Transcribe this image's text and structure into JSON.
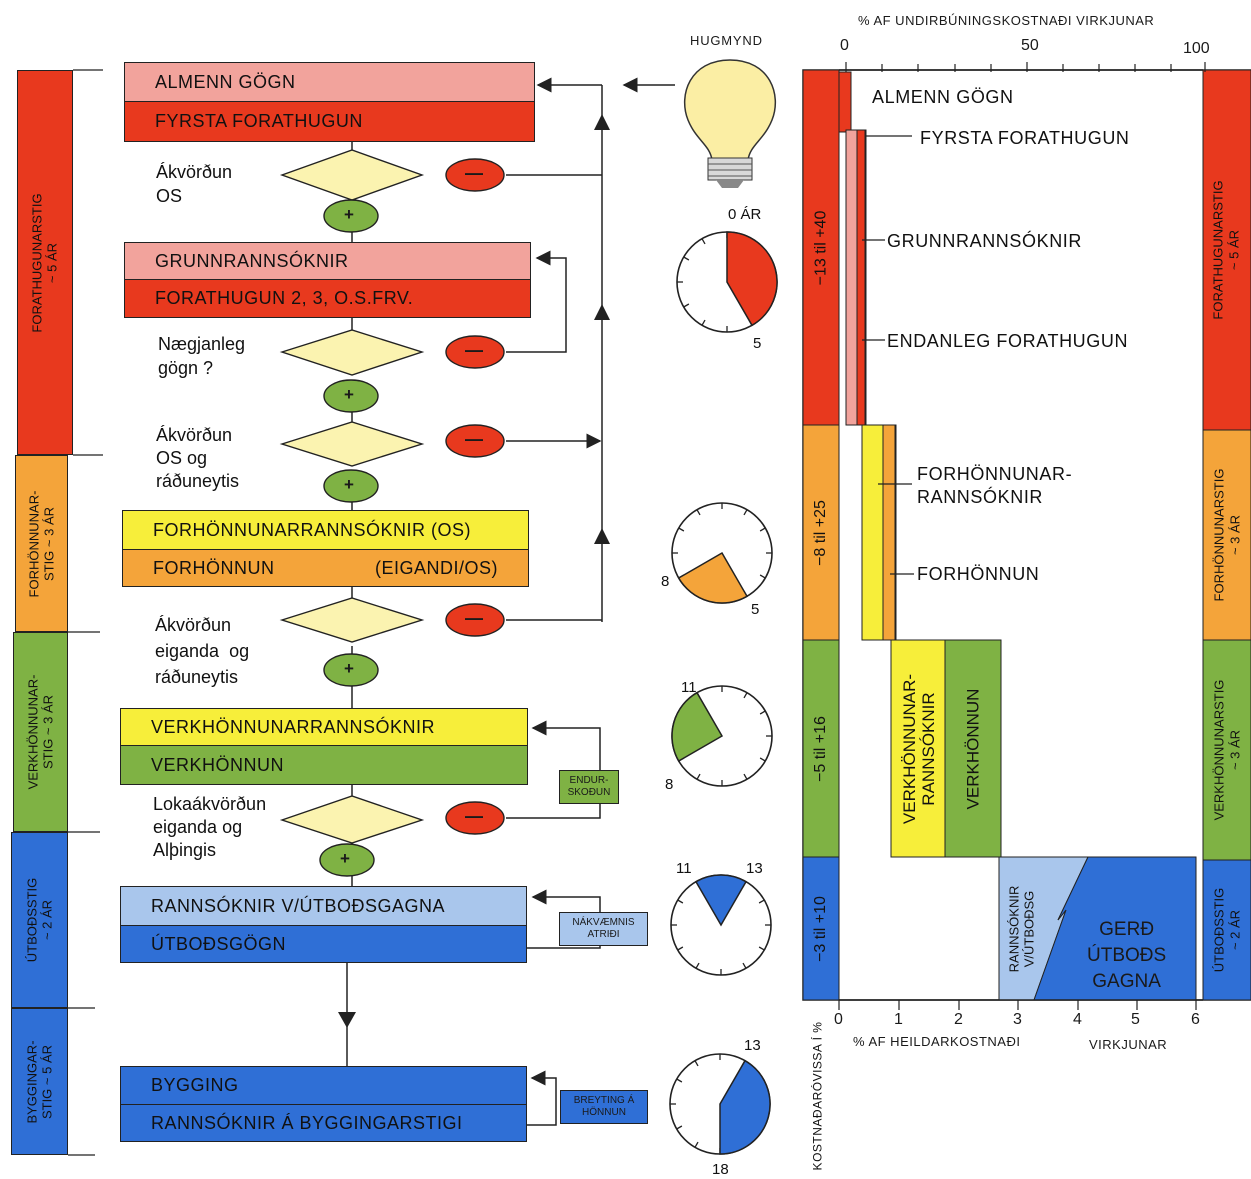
{
  "colors": {
    "red": "#e8391e",
    "pink": "#f2a39c",
    "orange": "#f4a43a",
    "yellow": "#f7ee3a",
    "lightyellow": "#fbf3b0",
    "green": "#7fb244",
    "blue": "#2f6fd6",
    "lightblue": "#a9c6ec"
  },
  "left_stages": [
    {
      "label": "FORATHUGUNARSTIG\n~ 5 ÁR"
    },
    {
      "label": "FORHÖNNUNAR-\nSTIG ~ 3 ÁR"
    },
    {
      "label": "VERKHÖNNUNAR-\nSTIG ~ 3 ÁR"
    },
    {
      "label": "ÚTBOÐSSTIG\n~ 2 ÁR"
    },
    {
      "label": "BYGGINGAR-\nSTIG ~ 5 ÁR"
    }
  ],
  "flow_boxes": [
    {
      "label": "ALMENN GÖGN"
    },
    {
      "label": "FYRSTA FORATHUGUN"
    },
    {
      "label": "GRUNNRANNSÓKNIR"
    },
    {
      "label": "FORATHUGUN 2, 3, O.S.FRV."
    },
    {
      "label": "FORHÖNNUNARRANNSÓKNIR (OS)"
    },
    {
      "label": "FORHÖNNUN",
      "extra": "(EIGANDI/OS)"
    },
    {
      "label": "VERKHÖNNUNARRANNSÓKNIR"
    },
    {
      "label": "VERKHÖNNUN"
    },
    {
      "label": "RANNSÓKNIR V/ÚTBOÐSGAGNA"
    },
    {
      "label": "ÚTBOÐSGÖGN"
    },
    {
      "label": "BYGGING"
    },
    {
      "label": "RANNSÓKNIR Á BYGGINGARSTIGI"
    }
  ],
  "decisions": [
    {
      "text": "Ákvörðun\nOS"
    },
    {
      "text": "Nægjanleg\ngögn ?"
    },
    {
      "text": "Ákvörðun\nOS og\nráðuneytis"
    },
    {
      "text": "Ákvörðun\neiganda  og\nráðuneytis"
    },
    {
      "text": "Lokaákvörðun\neiganda og\nAlþingis"
    }
  ],
  "symbols": {
    "minus": "—",
    "plus": "+"
  },
  "side_boxes": [
    {
      "text": "ENDUR-\nSKOÐUN"
    },
    {
      "text": "NÁKVÆMNIS\nATRIÐI"
    },
    {
      "text": "BREYTING Á\nHÖNNUN"
    }
  ],
  "idea": {
    "label": "HUGMYND"
  },
  "clocks": [
    {
      "labels": [
        "0  ÁR",
        "5"
      ],
      "from": 0,
      "to": 5
    },
    {
      "labels": [
        "8",
        "5"
      ],
      "from": 5,
      "to": 8
    },
    {
      "labels": [
        "11",
        "8"
      ],
      "from": 8,
      "to": 11
    },
    {
      "labels": [
        "11",
        "13"
      ],
      "from": 11,
      "to": 13
    },
    {
      "labels": [
        "13",
        "18"
      ],
      "from": 13,
      "to": 18
    }
  ],
  "right_chart": {
    "top_axis_title": "% AF UNDIRBÚNINGSKOSTNAÐI VIRKJUNAR",
    "top_ticks": [
      "0",
      "50",
      "100"
    ],
    "bottom_axis_title": "% AF HEILDARKOSTNAÐI",
    "bottom_axis_title2": "VIRKJUNAR",
    "bottom_ticks": [
      "0",
      "1",
      "2",
      "3",
      "4",
      "5",
      "6"
    ],
    "left_axis_title": "KOSTNAÐARÓVISSA Í %",
    "uncertainty": [
      "−13 til +40",
      "−8 til +25",
      "−5 til +16",
      "−3 til +10"
    ],
    "right_stages": [
      "FORATHUGUNARSTIG\n~ 5 ÁR",
      "FORHÖNNUNARSTIG\n~ 3 ÁR",
      "VERKHÖNNUNARSTIG\n~ 3 ÁR",
      "ÚTBOÐSSTIG\n~ 2 ÁR"
    ],
    "labels": [
      "ALMENN GÖGN",
      "FYRSTA FORATHUGUN",
      "GRUNNRANNSÓKNIR",
      "ENDANLEG FORATHUGUN",
      "FORHÖNNUNAR-\nRANNSÓKNIR",
      "FORHÖNNUN"
    ],
    "vertical_labels": [
      "VERKHÖNNUNAR-\nRANNSÓKNIR",
      "VERKHÖNNUN",
      "RANNSÓKNIR\nV/ÚTBOÐSG"
    ],
    "gerd": "GERÐ\nÚTBOÐS\nGAGNA"
  }
}
